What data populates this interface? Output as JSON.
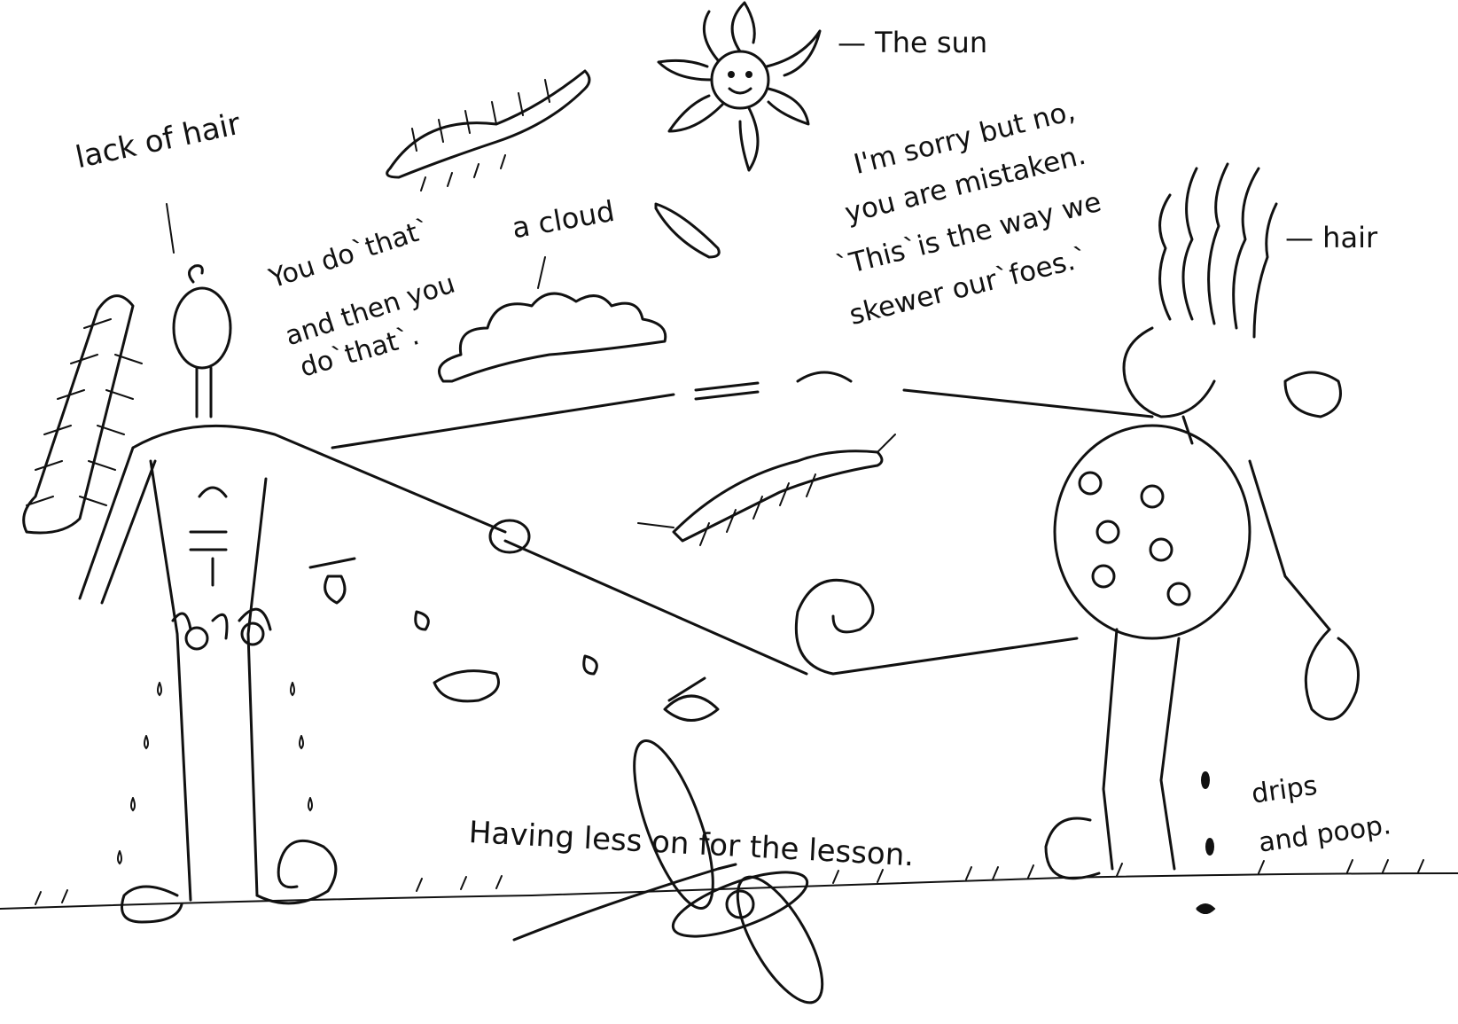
{
  "labels": {
    "lack_of_hair": "lack of hair",
    "the_sun": "— The sun",
    "a_cloud": "a cloud",
    "hair": "— hair",
    "speech_left_1": "You do`that`",
    "speech_left_2": "and then you",
    "speech_left_3": "do`that`.",
    "speech_right_1": "I'm sorry but no,",
    "speech_right_2": "you are mistaken.",
    "speech_right_3": "`This`is the way we",
    "speech_right_4": "skewer our`foes.`",
    "caption": "Having less on for the lesson.",
    "drips_1": "drips",
    "drips_2": "and poop."
  },
  "colors": {
    "ink": "#111111",
    "paper": "#ffffff"
  }
}
